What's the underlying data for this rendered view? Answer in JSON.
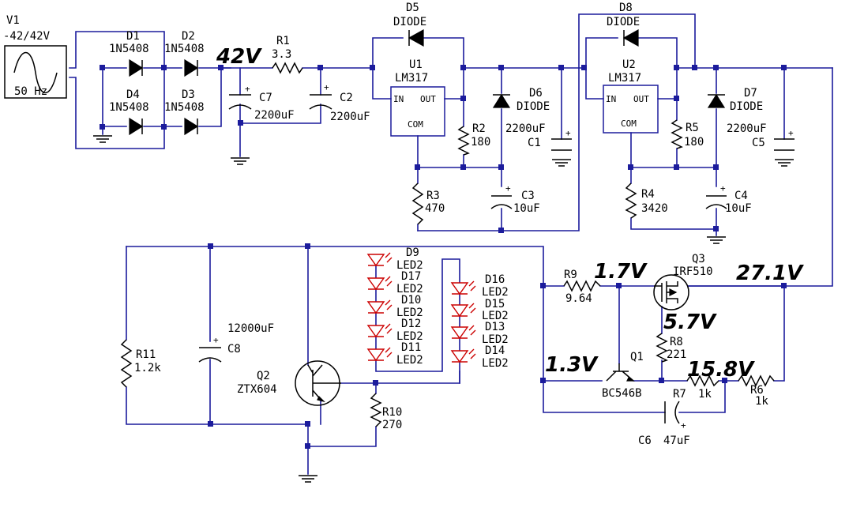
{
  "components": {
    "v1": {
      "ref": "V1",
      "value": "-42/42V",
      "freq": "50 Hz"
    },
    "d1": {
      "ref": "D1",
      "value": "1N5408"
    },
    "d2": {
      "ref": "D2",
      "value": "1N5408"
    },
    "d3": {
      "ref": "D3",
      "value": "1N5408"
    },
    "d4": {
      "ref": "D4",
      "value": "1N5408"
    },
    "r1": {
      "ref": "R1",
      "value": "3.3"
    },
    "c7": {
      "ref": "C7",
      "value": "2200uF"
    },
    "c2": {
      "ref": "C2",
      "value": "2200uF"
    },
    "d5": {
      "ref": "D5",
      "value": "DIODE"
    },
    "u1": {
      "ref": "U1",
      "value": "LM317",
      "pin_in": "IN",
      "pin_out": "OUT",
      "pin_com": "COM"
    },
    "r2": {
      "ref": "R2",
      "value": "180"
    },
    "r3": {
      "ref": "R3",
      "value": "470"
    },
    "d6": {
      "ref": "D6",
      "value": "DIODE"
    },
    "c1": {
      "ref": "C1",
      "value": "2200uF"
    },
    "c3": {
      "ref": "C3",
      "value": "10uF"
    },
    "d8": {
      "ref": "D8",
      "value": "DIODE"
    },
    "u2": {
      "ref": "U2",
      "value": "LM317",
      "pin_in": "IN",
      "pin_out": "OUT",
      "pin_com": "COM"
    },
    "r5": {
      "ref": "R5",
      "value": "180"
    },
    "r4": {
      "ref": "R4",
      "value": "3420"
    },
    "d7": {
      "ref": "D7",
      "value": "DIODE"
    },
    "c5": {
      "ref": "C5",
      "value": "2200uF"
    },
    "c4": {
      "ref": "C4",
      "value": "10uF"
    },
    "r11": {
      "ref": "R11",
      "value": "1.2k"
    },
    "c8": {
      "ref": "C8",
      "value": "12000uF"
    },
    "q2": {
      "ref": "Q2",
      "value": "ZTX604"
    },
    "r10": {
      "ref": "R10",
      "value": "270"
    },
    "d9": {
      "ref": "D9",
      "value": "LED2"
    },
    "d17": {
      "ref": "D17",
      "value": "LED2"
    },
    "d10": {
      "ref": "D10",
      "value": "LED2"
    },
    "d12": {
      "ref": "D12",
      "value": "LED2"
    },
    "d11": {
      "ref": "D11",
      "value": "LED2"
    },
    "d16": {
      "ref": "D16",
      "value": "LED2"
    },
    "d15": {
      "ref": "D15",
      "value": "LED2"
    },
    "d13": {
      "ref": "D13",
      "value": "LED2"
    },
    "d14": {
      "ref": "D14",
      "value": "LED2"
    },
    "r9": {
      "ref": "R9",
      "value": "9.64"
    },
    "q3": {
      "ref": "Q3",
      "value": "IRF510"
    },
    "r8": {
      "ref": "R8",
      "value": "221"
    },
    "q1": {
      "ref": "Q1",
      "value": "BC546B"
    },
    "r7": {
      "ref": "R7",
      "value": "1k"
    },
    "r6": {
      "ref": "R6",
      "value": "1k"
    },
    "c6": {
      "ref": "C6",
      "value": "47uF"
    }
  },
  "voltage_annotations": {
    "v42": "42V",
    "v1_7": "1.7V",
    "v27_1": "27.1V",
    "v5_7": "5.7V",
    "v1_3": "1.3V",
    "v15_8": "15.8V"
  },
  "colors": {
    "wire": "#1c1c9c",
    "component": "#000000",
    "led": "#cc0000",
    "background": "#ffffff"
  }
}
